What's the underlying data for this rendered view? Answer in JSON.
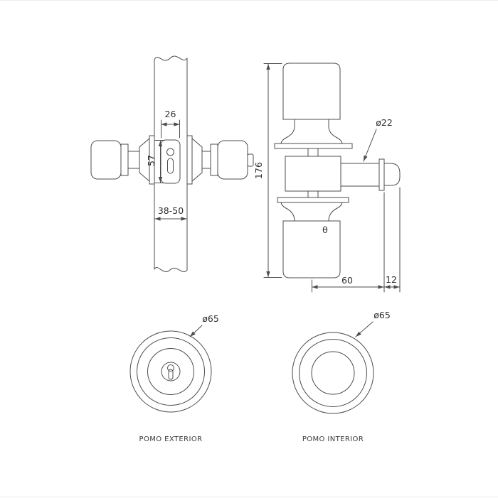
{
  "page": {
    "background": "#ffffff",
    "line_color": "#4c4c4c",
    "text_color": "#2e2e2e"
  },
  "views": {
    "side_view": {
      "dim_cylinder_width": "26",
      "dim_cylinder_height": "57",
      "dim_door_thickness": "38-50"
    },
    "front_view": {
      "dim_total_height": "176",
      "dim_bolt_diameter": "ø22",
      "dim_backset": "60",
      "dim_bolt_throw": "12",
      "theta_mark": "θ"
    },
    "exterior_face": {
      "dim_diameter": "ø65",
      "caption": "POMO EXTERIOR"
    },
    "interior_face": {
      "dim_diameter": "ø65",
      "caption": "POMO INTERIOR"
    }
  }
}
